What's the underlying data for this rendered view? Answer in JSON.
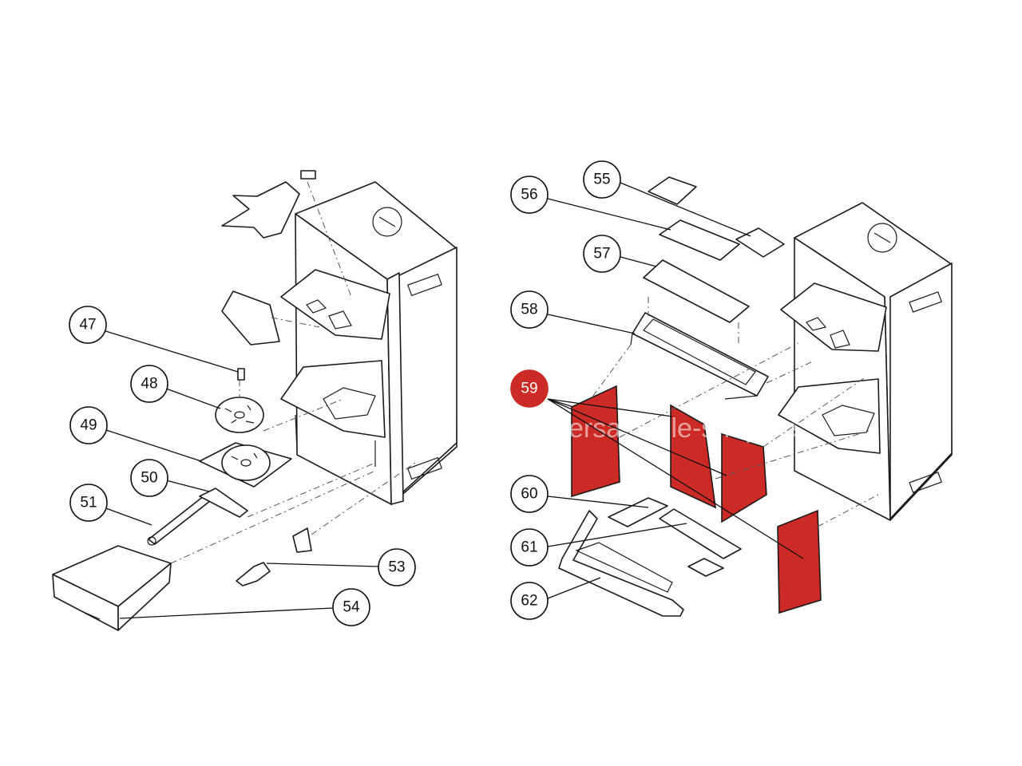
{
  "callouts_left": [
    {
      "id": "47",
      "label": "47"
    },
    {
      "id": "48",
      "label": "48"
    },
    {
      "id": "49",
      "label": "49"
    },
    {
      "id": "50",
      "label": "50"
    },
    {
      "id": "51",
      "label": "51"
    },
    {
      "id": "53",
      "label": "53"
    },
    {
      "id": "54",
      "label": "54"
    }
  ],
  "callouts_right": [
    {
      "id": "55",
      "label": "55"
    },
    {
      "id": "56",
      "label": "56"
    },
    {
      "id": "57",
      "label": "57"
    },
    {
      "id": "58",
      "label": "58"
    },
    {
      "id": "59",
      "label": "59",
      "highlighted": true
    },
    {
      "id": "60",
      "label": "60"
    },
    {
      "id": "61",
      "label": "61"
    },
    {
      "id": "62",
      "label": "62"
    }
  ],
  "highlight": {
    "part": "59",
    "color": "#cc2a24"
  },
  "watermark": "ersatzteile-shop.de"
}
